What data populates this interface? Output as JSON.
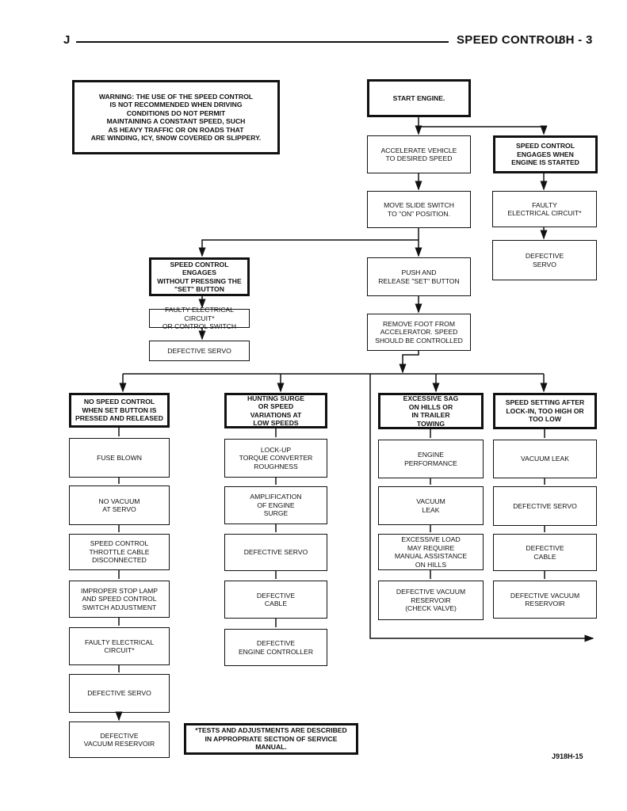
{
  "header": {
    "left": "J",
    "section": "SPEED CONTROL",
    "page": "8H - 3"
  },
  "warning": "WARNING: THE USE OF THE SPEED CONTROL\nIS NOT RECOMMENDED WHEN DRIVING\nCONDITIONS DO NOT PERMIT\nMAINTAINING A CONSTANT SPEED, SUCH\nAS HEAVY TRAFFIC OR ON ROADS THAT\nARE WINDING, ICY, SNOW COVERED OR SLIPPERY.",
  "main_flow": [
    "START ENGINE.",
    "ACCELERATE VEHICLE\nTO DESIRED SPEED",
    "MOVE SLIDE SWITCH\nTO \"ON\" POSITION.",
    "PUSH AND\nRELEASE \"SET\" BUTTON",
    "REMOVE FOOT FROM\nACCELERATOR. SPEED\nSHOULD BE CONTROLLED"
  ],
  "engages_at_start": {
    "title": "SPEED CONTROL\nENGAGES WHEN\nENGINE IS STARTED",
    "causes": [
      "FAULTY\nELECTRICAL CIRCUIT*",
      "DEFECTIVE\nSERVO"
    ]
  },
  "engages_without_set": {
    "title": "SPEED CONTROL ENGAGES\nWITHOUT PRESSING THE\n\"SET\" BUTTON",
    "causes": [
      "FAULTY ELECTRICAL CIRCUIT*\nOR CONTROL SWITCH",
      "DEFECTIVE SERVO"
    ]
  },
  "columns": [
    {
      "title": "NO SPEED CONTROL\nWHEN SET BUTTON IS\nPRESSED AND RELEASED",
      "causes": [
        "FUSE BLOWN",
        "NO VACUUM\nAT SERVO",
        "SPEED CONTROL\nTHROTTLE CABLE\nDISCONNECTED",
        "IMPROPER STOP LAMP\nAND SPEED CONTROL\nSWITCH ADJUSTMENT",
        "FAULTY ELECTRICAL\nCIRCUIT*",
        "DEFECTIVE SERVO",
        "DEFECTIVE\nVACUUM RESERVOIR"
      ]
    },
    {
      "title": "HUNTING SURGE\nOR SPEED\nVARIATIONS AT\nLOW SPEEDS",
      "causes": [
        "LOCK-UP\nTORQUE CONVERTER\nROUGHNESS",
        "AMPLIFICATION\nOF ENGINE\nSURGE",
        "DEFECTIVE SERVO",
        "DEFECTIVE\nCABLE",
        "DEFECTIVE\nENGINE CONTROLLER"
      ]
    },
    {
      "title": "EXCESSIVE SAG\nON HILLS OR\nIN TRAILER\nTOWING",
      "causes": [
        "ENGINE\nPERFORMANCE",
        "VACUUM\nLEAK",
        "EXCESSIVE LOAD\nMAY REQUIRE\nMANUAL ASSISTANCE\nON HILLS",
        "DEFECTIVE VACUUM\nRESERVOIR\n(CHECK VALVE)"
      ]
    },
    {
      "title": "SPEED SETTING AFTER\nLOCK-IN, TOO HIGH OR\nTOO LOW",
      "causes": [
        "VACUUM LEAK",
        "DEFECTIVE SERVO",
        "DEFECTIVE\nCABLE",
        "DEFECTIVE VACUUM\nRESERVOIR"
      ]
    }
  ],
  "footnote": "*TESTS AND ADJUSTMENTS ARE DESCRIBED\nIN APPROPRIATE SECTION OF SERVICE\nMANUAL.",
  "figure_id": "J918H-15"
}
